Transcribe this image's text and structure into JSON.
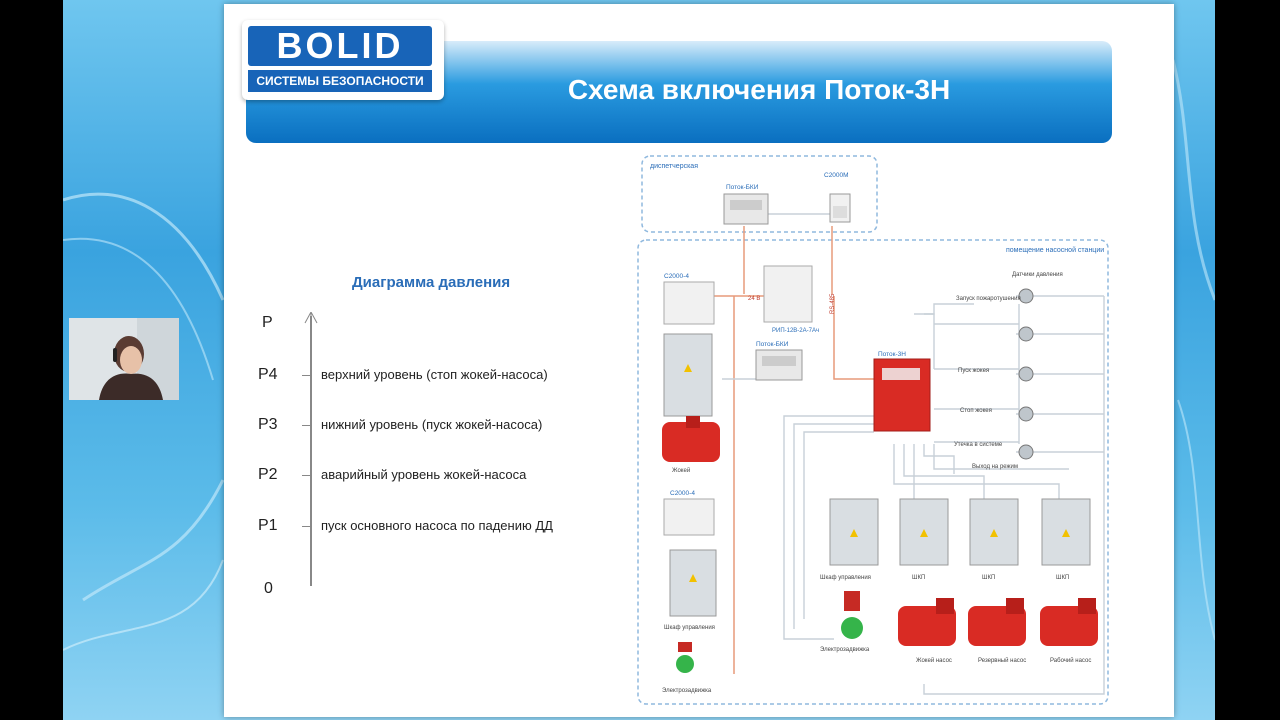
{
  "slide": {
    "title": "Схема включения Поток-3Н",
    "logo_top": "BOLID",
    "logo_bottom": "СИСТЕМЫ БЕЗОПАСНОСТИ"
  },
  "pressure_diagram": {
    "title": "Диаграмма давления",
    "axis_label": "P",
    "zero_label": "0",
    "levels": [
      {
        "label": "P4",
        "text": "верхний уровень (стоп жокей-насоса)"
      },
      {
        "label": "P3",
        "text": "нижний уровень (пуск жокей-насоса)"
      },
      {
        "label": "P2",
        "text": "аварийный уровень жокей-насоса"
      },
      {
        "label": "P1",
        "text": "пуск основного насоса по падению ДД"
      }
    ]
  },
  "scheme": {
    "zone_dispatch": "диспетчерская",
    "zone_pump_station": "помещение насосной станции",
    "potok_bki_top": "Поток-БКИ",
    "c2000m": "С2000М",
    "c2000_4_top": "С2000-4",
    "c2000_4_bottom": "С2000-4",
    "rip": "РИП-12В-2А-7Ач",
    "potok_bki_mid": "Поток-БКИ",
    "potok_3n": "Поток-3Н",
    "pressure_sensors": "Датчики давления",
    "fire_start": "Запуск пожаротушения",
    "jockey_start": "Пуск жокея",
    "jockey_stop": "Стоп жокея",
    "system_leak": "Утечка в системе",
    "mode_output": "Выход на режим",
    "control_cabinet": "Шкаф управления",
    "control_cabinet_left": "Шкаф управления",
    "shkp": "ШКП",
    "valve": "Электрозадвижка",
    "valve_left": "Электрозадвижка",
    "jockey_label": "Жокей",
    "jockey_pump": "Жокей насос",
    "reserve_pump": "Резервный насос",
    "working_pump": "Рабочий насос",
    "line_24": "24 В",
    "line_rs485": "RS-485"
  }
}
